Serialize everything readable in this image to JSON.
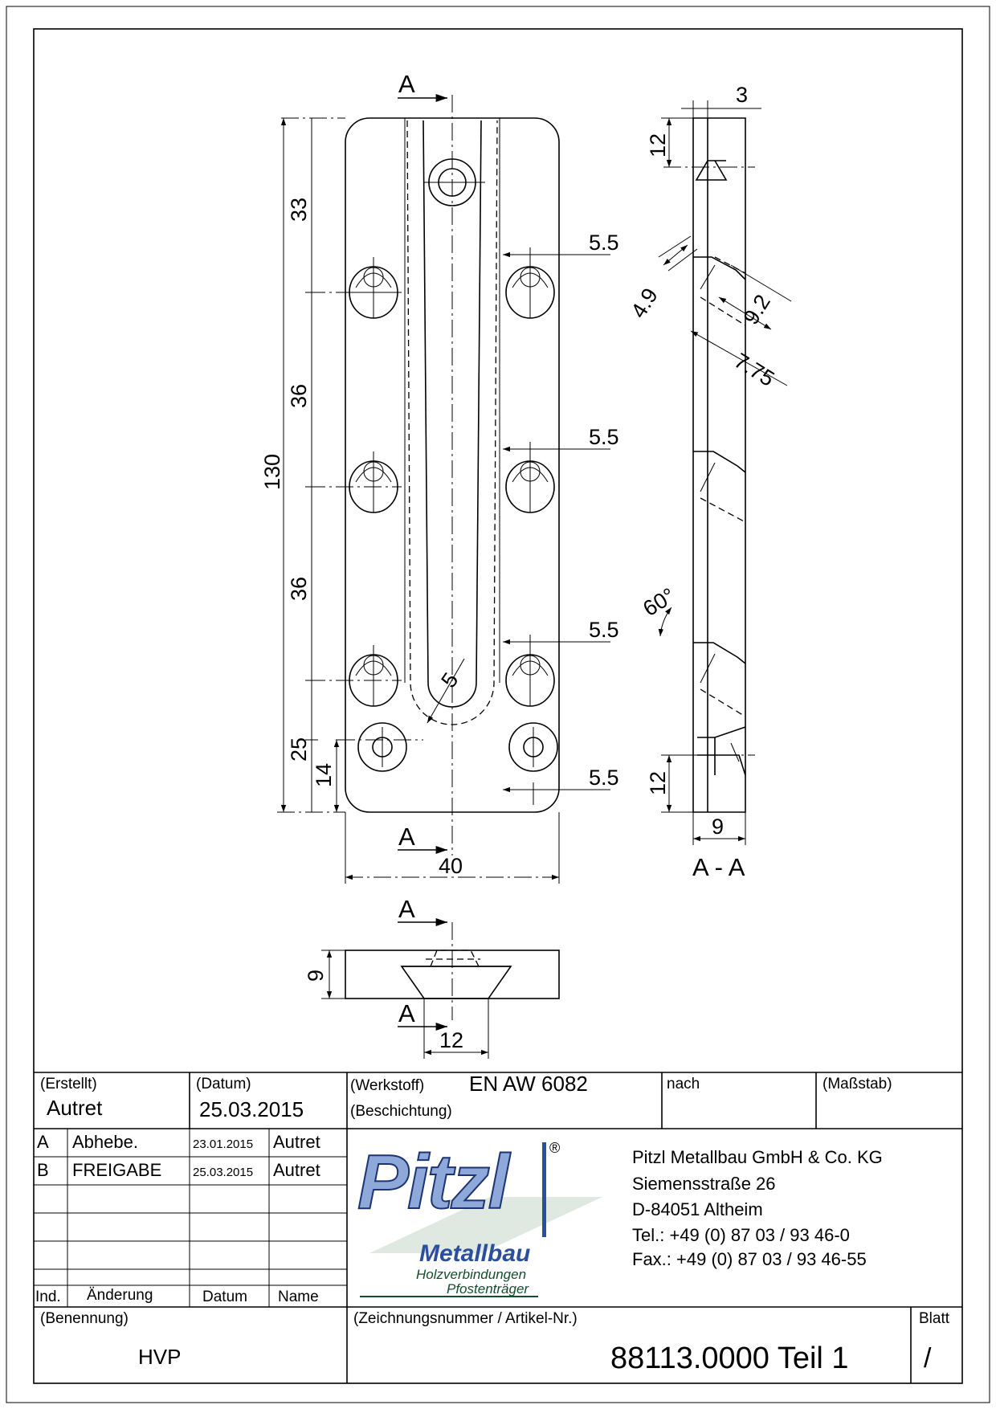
{
  "drawing": {
    "section_marker": "A",
    "section_view_label": "A - A",
    "dimensions": {
      "overall_length": "130",
      "pitch_top": "33",
      "pitch_mid_1": "36",
      "pitch_mid_2": "36",
      "pitch_bottom": "25",
      "edge_bottom": "14",
      "hole_offset_1": "5.5",
      "hole_offset_2": "5.5",
      "hole_offset_3": "5.5",
      "hole_offset_4": "5.5",
      "slot_radius": "5",
      "width": "40",
      "thickness_top_view": "9",
      "countersink_width": "12",
      "section_thickness": "9",
      "section_top_offset": "3",
      "section_top_counterbore": "12",
      "section_bottom_counterbore": "12",
      "section_dim_a": "4.9",
      "section_dim_b": "9.2",
      "section_dim_c": "7.75",
      "countersink_angle": "60°"
    }
  },
  "title_block": {
    "created_caption": "(Erstellt)",
    "created_by": "Autret",
    "date_caption": "(Datum)",
    "date": "25.03.2015",
    "material_caption": "(Werkstoff)",
    "material": "EN AW 6082",
    "coating_caption": "(Beschichtung)",
    "per_caption": "nach",
    "scale_caption": "(Maßstab)",
    "revisions": [
      {
        "ind": "A",
        "change": "Abhebe.",
        "date": "23.01.2015",
        "name": "Autret"
      },
      {
        "ind": "B",
        "change": "FREIGABE",
        "date": "25.03.2015",
        "name": "Autret"
      }
    ],
    "rev_headers": {
      "ind": "Ind.",
      "change": "Änderung",
      "date": "Datum",
      "name": "Name"
    },
    "name_caption": "(Benennung)",
    "name": "HVP",
    "number_caption": "(Zeichnungsnummer / Artikel-Nr.)",
    "number": "88113.0000 Teil 1",
    "sheet_caption": "Blatt",
    "sheet": "/"
  },
  "company": {
    "logo_word": "Pitzl",
    "registered": "®",
    "logo_sub1": "Metallbau",
    "logo_sub2": "Holzverbindungen",
    "logo_sub3": "Pfostenträger",
    "name": "Pitzl Metallbau GmbH & Co. KG",
    "street": "Siemensstraße 26",
    "city": "D-84051 Altheim",
    "phone": "Tel.:  +49 (0) 87 03 / 93 46-0",
    "fax": "Fax.: +49 (0) 87 03 / 93 46-55"
  },
  "colors": {
    "logo_blue": "#2b4f9c",
    "logo_green": "#134d2e",
    "line": "#000000"
  }
}
